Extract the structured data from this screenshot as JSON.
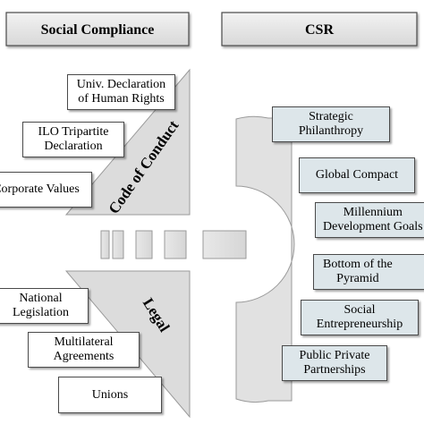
{
  "headers": {
    "social_compliance": "Social Compliance",
    "csr": "CSR"
  },
  "wedges": {
    "code_of_conduct": "Code of Conduct",
    "legal": "Legal"
  },
  "left_top_items": [
    {
      "line1": "Univ. Declaration",
      "line2": "of Human Rights"
    },
    {
      "line1": "ILO Tripartite",
      "line2": "Declaration"
    },
    {
      "line1": "Corporate Values",
      "line2": ""
    }
  ],
  "left_bottom_items": [
    {
      "line1": "National",
      "line2": "Legislation"
    },
    {
      "line1": "Multilateral",
      "line2": "Agreements"
    },
    {
      "line1": "Unions",
      "line2": ""
    }
  ],
  "right_items": [
    {
      "line1": "Strategic",
      "line2": "Philanthropy"
    },
    {
      "line1": "Global Compact",
      "line2": ""
    },
    {
      "line1": "Millennium",
      "line2": "Development Goals"
    },
    {
      "line1": "Bottom of the",
      "line2": "Pyramid"
    },
    {
      "line1": "Social",
      "line2": "Entrepreneurship"
    },
    {
      "line1": "Public Private",
      "line2": "Partnerships"
    }
  ],
  "colors": {
    "wedge_fill": "#dcdcdc",
    "header_fill": "#e6e6e6",
    "right_box_fill": "#dde6ea",
    "left_box_fill": "#ffffff",
    "stroke": "#4a4a4a"
  }
}
